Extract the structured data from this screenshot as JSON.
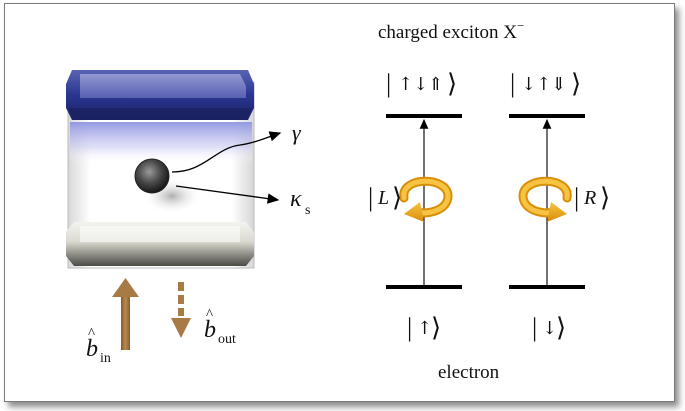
{
  "title": "charged exciton X",
  "title_superscript": "−",
  "cavity": {
    "decay_label": "γ",
    "loss_label": "κ",
    "loss_subscript": "s",
    "input_label": "b",
    "input_subscript": "in",
    "output_label": "b",
    "output_subscript": "out"
  },
  "levels": {
    "excited_left": "↑↓⇑",
    "excited_right": "↓↑⇓",
    "ground_left": "↑",
    "ground_right": "↓",
    "transition_left": "L",
    "transition_right": "R",
    "bottom_label": "electron"
  },
  "colors": {
    "mirror_top": "#2a3590",
    "mirror_bottom": "#8a8a82",
    "arrow_brown": "#a87a45",
    "circular_arrow": "#e8a818",
    "level_line": "#000000"
  }
}
